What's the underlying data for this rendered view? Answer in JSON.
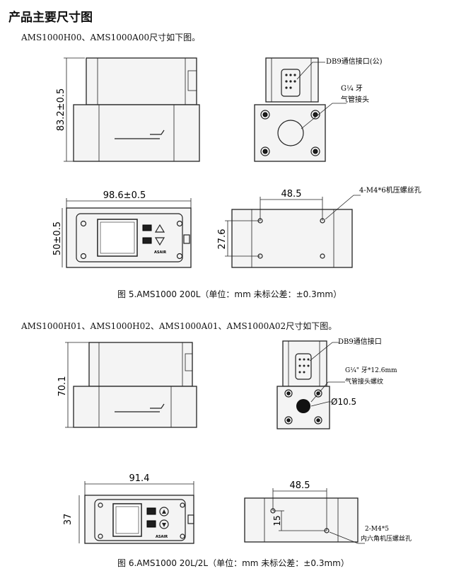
{
  "page_title": "产品主要尺寸图",
  "section1": {
    "subtitle": "AMS1000H00、AMS1000A00尺寸如下图。",
    "caption": "图 5.AMS1000 200L（单位：mm 未标公差：±0.3mm）",
    "dims": {
      "height": "83.2±0.5",
      "length": "98.6±0.5",
      "width": "50±0.5",
      "hole_spacing_x": "48.5",
      "hole_spacing_y": "27.6"
    },
    "labels": {
      "db9": "DB9通信接口(公)",
      "thread": "G¼ 牙",
      "fitting": "气管接头",
      "screw": "4-M4*6机压螺丝孔"
    },
    "brand": "ASAIR"
  },
  "section2": {
    "subtitle": "AMS1000H01、AMS1000H02、AMS1000A01、AMS1000A02尺寸如下图。",
    "caption": "图 6.AMS1000 20L/2L（单位：mm 未标公差：±0.3mm）",
    "dims": {
      "height": "70.1",
      "length": "91.4",
      "width": "37",
      "hole_spacing_x": "48.5",
      "hole_spacing_y": "15",
      "bore": "Ø10.5"
    },
    "labels": {
      "db9": "DB9通信接口",
      "thread": "G¼\" 牙*12.6mm",
      "fitting": "气管接头螺纹",
      "screw_1": "2-M4*5",
      "screw_2": "内六角机压螺丝孔"
    },
    "brand": "ASAIR"
  }
}
